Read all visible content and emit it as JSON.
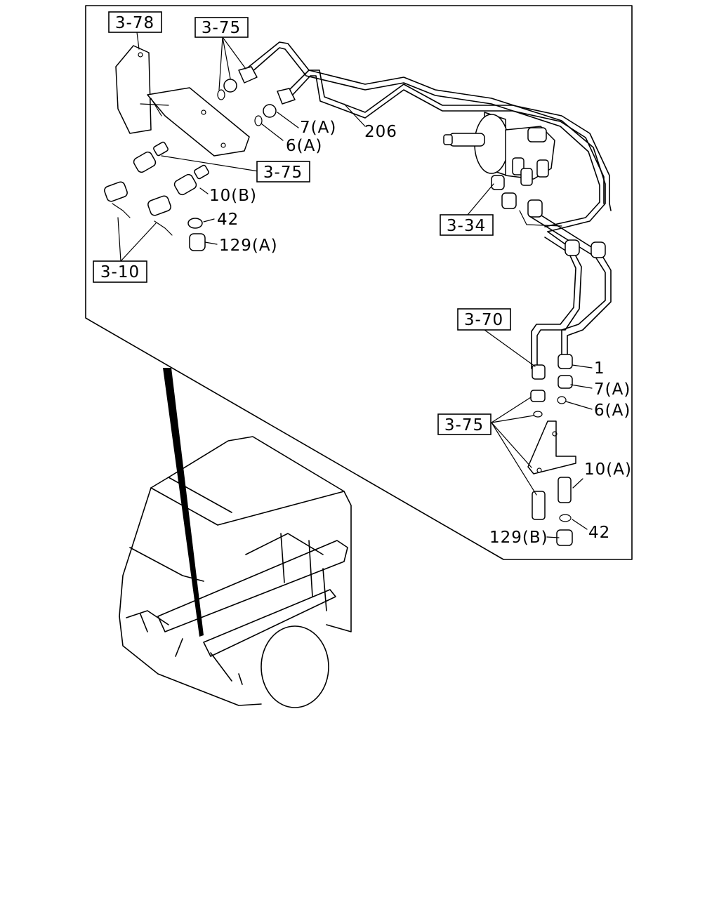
{
  "diagram": {
    "refs": {
      "r378": "3-78",
      "r375a": "3-75",
      "r375b": "3-75",
      "r375c": "3-75",
      "r310": "3-10",
      "r334": "3-34",
      "r370": "3-70"
    },
    "callouts": {
      "c7a_top": "7(A)",
      "c6a_top": "6(A)",
      "c206": "206",
      "c10b": "10(B)",
      "c42_top": "42",
      "c129a": "129(A)",
      "c1": "1",
      "c7a_bot": "7(A)",
      "c6a_bot": "6(A)",
      "c10a": "10(A)",
      "c42_bot": "42",
      "c129b": "129(B)"
    }
  }
}
